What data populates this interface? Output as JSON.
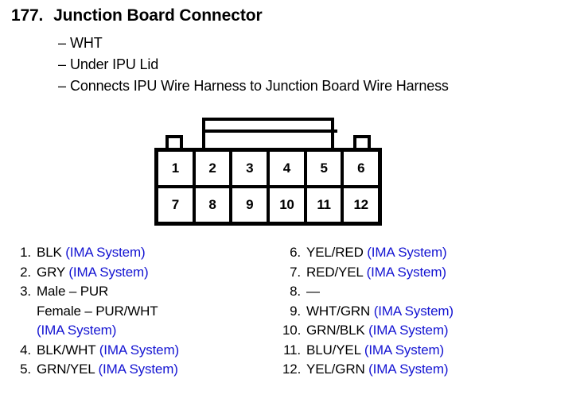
{
  "header": {
    "number": "177.",
    "title": "Junction Board Connector",
    "bullets": [
      "WHT",
      "Under IPU Lid",
      "Connects IPU Wire Harness to Junction Board Wire Harness"
    ],
    "dash": "–"
  },
  "connector": {
    "rows": [
      [
        "1",
        "2",
        "3",
        "4",
        "5",
        "6"
      ],
      [
        "7",
        "8",
        "9",
        "10",
        "11",
        "12"
      ]
    ]
  },
  "legend": {
    "system_label": "(IMA System)",
    "left": [
      {
        "num": "1.",
        "lines": [
          {
            "text": "BLK ",
            "system": "(IMA System)"
          }
        ]
      },
      {
        "num": "2.",
        "lines": [
          {
            "text": "GRY ",
            "system": "(IMA System)"
          }
        ]
      },
      {
        "num": "3.",
        "lines": [
          {
            "text": "Male – PUR",
            "system": ""
          },
          {
            "text": "Female – PUR/WHT",
            "system": ""
          },
          {
            "text": "",
            "system": "(IMA System)"
          }
        ]
      },
      {
        "num": "4.",
        "lines": [
          {
            "text": "BLK/WHT ",
            "system": "(IMA System)"
          }
        ]
      },
      {
        "num": "5.",
        "lines": [
          {
            "text": "GRN/YEL ",
            "system": "(IMA System)"
          }
        ]
      }
    ],
    "right": [
      {
        "num": "6.",
        "lines": [
          {
            "text": "YEL/RED ",
            "system": "(IMA System)"
          }
        ]
      },
      {
        "num": "7.",
        "lines": [
          {
            "text": "RED/YEL ",
            "system": "(IMA System)"
          }
        ]
      },
      {
        "num": "8.",
        "lines": [
          {
            "text": "—",
            "system": ""
          }
        ]
      },
      {
        "num": "9.",
        "lines": [
          {
            "text": "WHT/GRN ",
            "system": "(IMA System)"
          }
        ]
      },
      {
        "num": "10.",
        "lines": [
          {
            "text": "GRN/BLK ",
            "system": "(IMA System)"
          }
        ]
      },
      {
        "num": "11.",
        "lines": [
          {
            "text": "BLU/YEL ",
            "system": "(IMA System)"
          }
        ]
      },
      {
        "num": "12.",
        "lines": [
          {
            "text": "YEL/GRN ",
            "system": "(IMA System)"
          }
        ]
      }
    ]
  },
  "colors": {
    "ink": "#000000",
    "system_blue": "#1414d2",
    "background": "#ffffff"
  }
}
